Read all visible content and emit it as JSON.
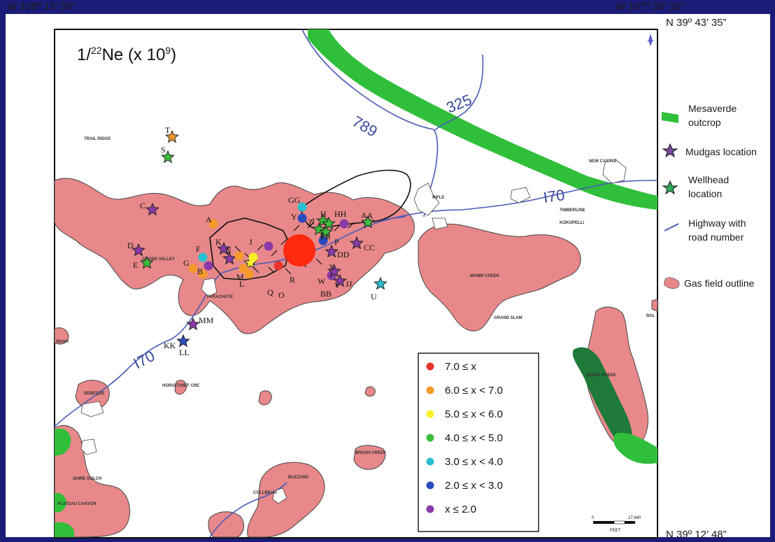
{
  "corners": {
    "top_left": "W 108º 15’ 59”",
    "top_right": "W 107º 28’ 10”",
    "right_top": "N 39º 43’ 35”",
    "bottom_right": "N 39º 12’ 48”"
  },
  "title": {
    "base": "1/",
    "sup1": "22",
    "mid": "Ne (x 10",
    "sup2": "9",
    "end": ")"
  },
  "highways": [
    {
      "label": "325",
      "color": "#3a4a9a"
    },
    {
      "label": "789",
      "color": "#3a4a9a"
    },
    {
      "label": "I70",
      "color": "#3a4a9a"
    },
    {
      "label": "I70",
      "color": "#3a4a9a"
    }
  ],
  "colors": {
    "outcrop": "#2fbf3a",
    "dark_field": "#1f7a3a",
    "gasfield": "#e8888a",
    "gasfield_stroke": "#444444",
    "highway": "#4a5ab8",
    "background": "#1c1c78",
    "big_dot": "#ff2a10"
  },
  "side_legend": [
    {
      "label1": "Mesaverde",
      "label2": "outcrop",
      "icon": "green-bar-icon"
    },
    {
      "label1": "Mudgas location",
      "label2": "",
      "icon": "star-icon",
      "color": "#7a4aa0"
    },
    {
      "label1": "Wellhead",
      "label2": "location",
      "icon": "star-icon",
      "color": "#2faa5a"
    },
    {
      "label1": "Highway with",
      "label2": "road number",
      "icon": "line-icon"
    },
    {
      "label1": "Gas field outline",
      "label2": "",
      "icon": "pink-blob-icon"
    }
  ],
  "value_legend": [
    {
      "label": "7.0 ≤ x",
      "color": "#e8352a"
    },
    {
      "label": "6.0 ≤ x < 7.0",
      "color": "#f39a2a"
    },
    {
      "label": "5.0 ≤ x < 6.0",
      "color": "#f7ef2a"
    },
    {
      "label": "4.0 ≤ x < 5.0",
      "color": "#3cbf3c"
    },
    {
      "label": "3.0 ≤ x < 4.0",
      "color": "#2abfd0"
    },
    {
      "label": "2.0 ≤ x < 3.0",
      "color": "#2a4abf"
    },
    {
      "label": "x ≤ 2.0",
      "color": "#8a3aa8"
    }
  ],
  "places": [
    "GRAND VALLEY",
    "PARACHUTE",
    "RIFLE",
    "NEW CASTLE",
    "TIMBERLINE",
    "KOKOPELLI",
    "MAMM CREEK",
    "GRAND SLAM",
    "HORSETHIEF CRE",
    "DIVIDE CREEK",
    "BRUSH CREEK",
    "COLLBRAN",
    "BUZZARD",
    "SHIRE GULCH",
    "PLATEAU CANYON",
    "DEBEQUE",
    "WASH",
    "TRAIL RIDGE",
    "BAL",
    "FEET"
  ],
  "sample_letters": [
    "T",
    "S",
    "C",
    "A",
    "D",
    "E",
    "F",
    "G",
    "B",
    "K",
    "N",
    "J",
    "M",
    "L",
    "O",
    "Q",
    "GG",
    "Y",
    "Z",
    "H",
    "I",
    "EE",
    "HH",
    "AA",
    "DD",
    "CC",
    "P",
    "R",
    "X",
    "U",
    "V",
    "W",
    "JJ",
    "BB",
    "MM",
    "KK",
    "LL"
  ],
  "scale": {
    "zero": "0",
    "max": "17,640"
  }
}
